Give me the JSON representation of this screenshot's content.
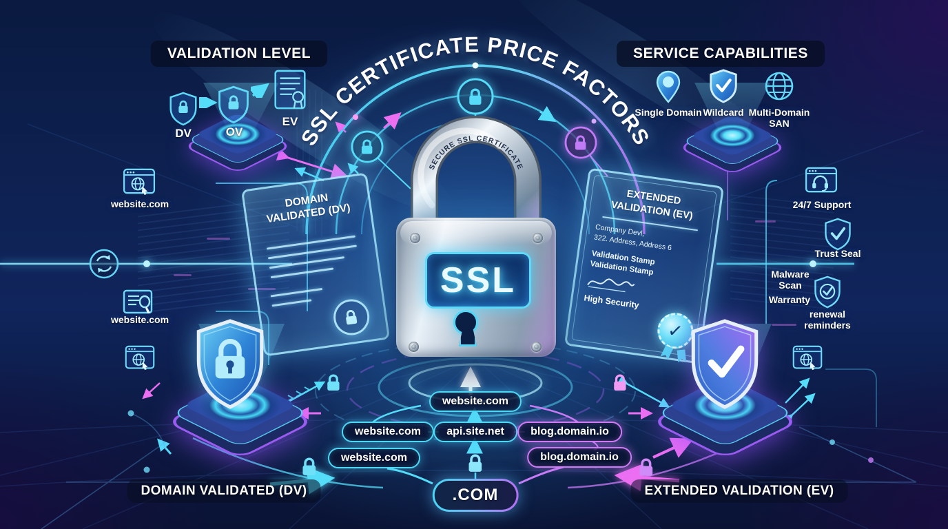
{
  "colors": {
    "background": "#0c1c44",
    "accent_cyan": "#4fd8f6",
    "accent_blue": "#2f7fd6",
    "accent_purple": "#b36bf2",
    "accent_pink": "#ec6ff2",
    "metal_silver": "#c3d0dc",
    "text": "#ffffff"
  },
  "title": {
    "text": "SSL CERTIFICATE PRICE FACTORS"
  },
  "padlock": {
    "shackle_text": "SECURE SSL CERTIFICATE",
    "body_label": "SSL"
  },
  "validation_level": {
    "header": "VALIDATION LEVEL",
    "levels": [
      {
        "label": "DV",
        "icon": "shield-lock-icon"
      },
      {
        "label": "OV",
        "icon": "shield-lock-icon"
      },
      {
        "label": "EV",
        "icon": "certificate-icon"
      }
    ]
  },
  "service_capabilities": {
    "header": "SERVICE CAPABILITIES",
    "items": [
      {
        "label": "Single Domain",
        "icon": "location-pin-icon"
      },
      {
        "label": "Wildcard",
        "icon": "shield-check-icon"
      },
      {
        "label": "Multi-Domain SAN",
        "icon": "globe-icon"
      }
    ]
  },
  "left_column": {
    "site_top": "website.com",
    "site_bottom": "website.com"
  },
  "dv_card": {
    "title": "DOMAIN VALIDATED (DV)"
  },
  "ev_card": {
    "title": "EXTENDED VALIDATION (EV)",
    "company": "Company Devl,",
    "address": "322. Address, Address 6",
    "stamp_1": "Validation Stamp",
    "stamp_2": "Validation Stamp",
    "security_level": "High Security"
  },
  "right_column": {
    "support": "24/7 Support",
    "trust_seal": "Trust Seal",
    "malware_scan": "Malware Scan",
    "warranty": "Warranty",
    "renewal": "renewal reminders"
  },
  "domain_map": {
    "root": "website.com",
    "mid_left": "website.com",
    "api": "api.site.net",
    "blog": "blog.domain.io",
    "low_left": "website.com",
    "low_right": "blog.domain.io",
    "tld": ".COM"
  },
  "footer": {
    "left_label": "DOMAIN VALIDATED (DV)",
    "right_label": "EXTENDED VALIDATION (EV)"
  }
}
